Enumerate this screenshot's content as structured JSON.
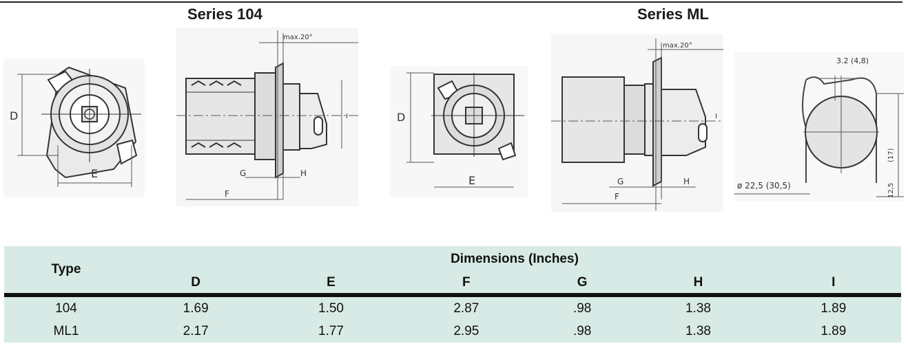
{
  "headings": {
    "series_104": "Series 104",
    "series_ml": "Series ML"
  },
  "drawing_labels": {
    "max_angle": "max.20°",
    "d": "D",
    "e": "E",
    "f": "F",
    "g": "G",
    "h": "H",
    "i": "I",
    "panel_gap": "3.2 (4,8)",
    "hole_diameter": "ø 22,5 (30,5)",
    "edge_dist": "12,5",
    "edge_dist_alt": "(17)"
  },
  "table": {
    "type_header": "Type",
    "group_header": "Dimensions (Inches)",
    "columns": [
      "D",
      "E",
      "F",
      "G",
      "H",
      "I"
    ],
    "rows": [
      {
        "type": "104",
        "values": [
          "1.69",
          "1.50",
          "2.87",
          ".98",
          "1.38",
          "1.89"
        ]
      },
      {
        "type": "ML1",
        "values": [
          "2.17",
          "1.77",
          "2.95",
          ".98",
          "1.38",
          "1.89"
        ]
      }
    ]
  }
}
